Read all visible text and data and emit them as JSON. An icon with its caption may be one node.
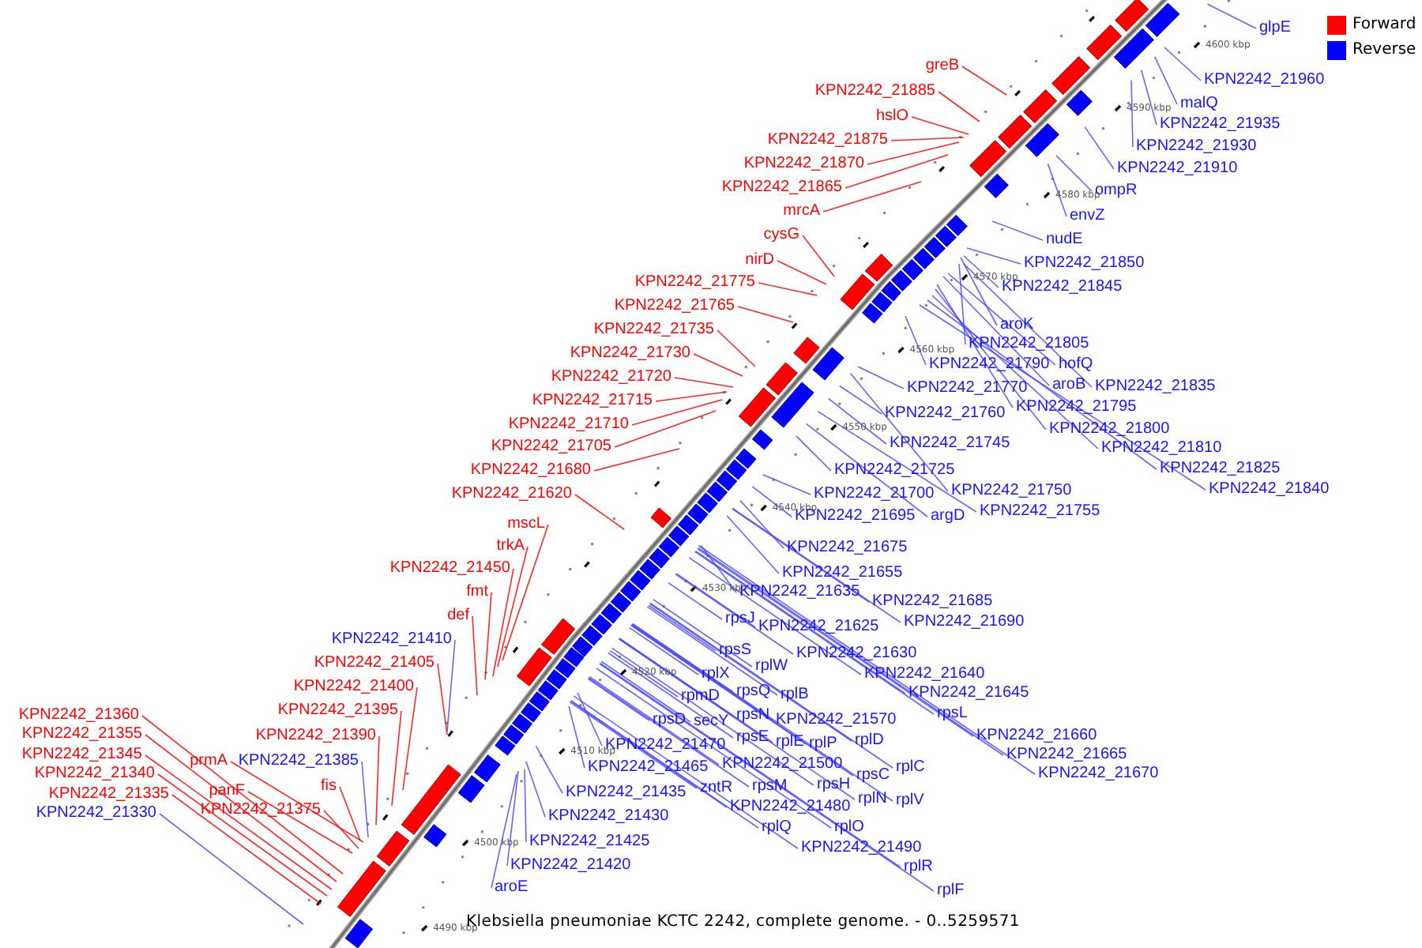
{
  "diagram": {
    "caption": "Klebsiella pneumoniae KCTC 2242, complete genome. - 0..5259571",
    "nodes": [
      {
        "text": [
          "greB"
        ]
      },
      {
        "text": [
          "KPN2242_21885"
        ]
      },
      {
        "text": [
          "hslO"
        ]
      },
      {
        "text": [
          "KPN2242_21875"
        ]
      },
      {
        "text": [
          "KPN2242_21870"
        ]
      },
      {
        "text": [
          "KPN2242_21865"
        ]
      },
      {
        "text": [
          "mrcA"
        ]
      },
      {
        "text": [
          "cysG"
        ]
      },
      {
        "text": [
          "nirD"
        ]
      },
      {
        "text": [
          "KPN2242_21775"
        ]
      },
      {
        "text": [
          "KPN2242_21765"
        ]
      },
      {
        "text": [
          "KPN2242_21735"
        ]
      },
      {
        "text": [
          "KPN2242_21730"
        ]
      },
      {
        "text": [
          "KPN2242_21720"
        ]
      },
      {
        "text": [
          "KPN2242_21715"
        ]
      },
      {
        "text": [
          "KPN2242_21710"
        ]
      },
      {
        "text": [
          "KPN2242_21705"
        ]
      },
      {
        "text": [
          "KPN2242_21680"
        ]
      },
      {
        "text": [
          "KPN2242_21620"
        ]
      },
      {
        "text": [
          "mscL"
        ]
      },
      {
        "text": [
          "trkA"
        ]
      },
      {
        "text": [
          "KPN2242_21450"
        ]
      },
      {
        "text": [
          "fmt"
        ]
      },
      {
        "text": [
          "def"
        ]
      },
      {
        "text": [
          "KPN2242_21410"
        ]
      },
      {
        "text": [
          "KPN2242_21405"
        ]
      },
      {
        "text": [
          "KPN2242_21400"
        ]
      },
      {
        "text": [
          "KPN2242_21395"
        ]
      },
      {
        "text": [
          "KPN2242_21390"
        ]
      },
      {
        "text": [
          "KPN2242_21385"
        ]
      },
      {
        "text": [
          "KPN2242_21360"
        ]
      },
      {
        "text": [
          "KPN2242_21355"
        ]
      },
      {
        "text": [
          "prmA"
        ]
      },
      {
        "text": [
          "KPN2242_21345"
        ]
      },
      {
        "text": [
          "KPN2242_21340"
        ]
      },
      {
        "text": [
          "fis"
        ]
      },
      {
        "text": [
          "panF"
        ]
      },
      {
        "text": [
          "KPN2242_21335"
        ]
      },
      {
        "text": [
          "KPN2242_21375"
        ]
      },
      {
        "text": [
          "KPN2242_21330"
        ]
      },
      {
        "text": [
          "glpE"
        ]
      },
      {
        "text": [
          "KPN2242_21960"
        ]
      },
      {
        "text": [
          "malQ"
        ]
      },
      {
        "text": [
          "KPN2242_21935"
        ]
      },
      {
        "text": [
          "KPN2242_21930"
        ]
      },
      {
        "text": [
          "KPN2242_21910"
        ]
      },
      {
        "text": [
          "ompR"
        ]
      },
      {
        "text": [
          "envZ"
        ]
      },
      {
        "text": [
          "nudE"
        ]
      },
      {
        "text": [
          "KPN2242_21850"
        ]
      },
      {
        "text": [
          "KPN2242_21845"
        ]
      },
      {
        "text": [
          "aroK"
        ]
      },
      {
        "text": [
          "KPN2242_21805"
        ]
      },
      {
        "text": [
          "KPN2242_21790"
        ]
      },
      {
        "text": [
          "hofQ"
        ]
      },
      {
        "text": [
          "aroB"
        ]
      },
      {
        "text": [
          "KPN2242_21835"
        ]
      },
      {
        "text": [
          "KPN2242_21770"
        ]
      },
      {
        "text": [
          "KPN2242_21795"
        ]
      },
      {
        "text": [
          "KPN2242_21760"
        ]
      },
      {
        "text": [
          "KPN2242_21800"
        ]
      },
      {
        "text": [
          "KPN2242_21745"
        ]
      },
      {
        "text": [
          "KPN2242_21810"
        ]
      },
      {
        "text": [
          "KPN2242_21825"
        ]
      },
      {
        "text": [
          "KPN2242_21725"
        ]
      },
      {
        "text": [
          "KPN2242_21840"
        ]
      },
      {
        "text": [
          "KPN2242_21750"
        ]
      },
      {
        "text": [
          "KPN2242_21700"
        ]
      },
      {
        "text": [
          "KPN2242_21755"
        ]
      },
      {
        "text": [
          "KPN2242_21695"
        ]
      },
      {
        "text": [
          "argD"
        ]
      },
      {
        "text": [
          "KPN2242_21675"
        ]
      },
      {
        "text": [
          "KPN2242_21655"
        ]
      },
      {
        "text": [
          "KPN2242_21635"
        ]
      },
      {
        "text": [
          "KPN2242_21685"
        ]
      },
      {
        "text": [
          "rpsJ"
        ]
      },
      {
        "text": [
          "KPN2242_21690"
        ]
      },
      {
        "text": [
          "KPN2242_21625"
        ]
      },
      {
        "text": [
          "rpsS"
        ]
      },
      {
        "text": [
          "KPN2242_21630"
        ]
      },
      {
        "text": [
          "rplW"
        ]
      },
      {
        "text": [
          "rplX"
        ]
      },
      {
        "text": [
          "KPN2242_21640"
        ]
      },
      {
        "text": [
          "rpsQ"
        ]
      },
      {
        "text": [
          "KPN2242_21645"
        ]
      },
      {
        "text": [
          "rplB"
        ]
      },
      {
        "text": [
          "rpmD"
        ]
      },
      {
        "text": [
          "rpsL"
        ]
      },
      {
        "text": [
          "rpsN"
        ]
      },
      {
        "text": [
          "rpsD"
        ]
      },
      {
        "text": [
          "KPN2242_21570"
        ]
      },
      {
        "text": [
          "secY"
        ]
      },
      {
        "text": [
          "KPN2242_21660"
        ]
      },
      {
        "text": [
          "rpsE"
        ]
      },
      {
        "text": [
          "rplD"
        ]
      },
      {
        "text": [
          "rplE"
        ]
      },
      {
        "text": [
          "rplP"
        ]
      },
      {
        "text": [
          "KPN2242_21470"
        ]
      },
      {
        "text": [
          "KPN2242_21665"
        ]
      },
      {
        "text": [
          "KPN2242_21500"
        ]
      },
      {
        "text": [
          "KPN2242_21465"
        ]
      },
      {
        "text": [
          "rplC"
        ]
      },
      {
        "text": [
          "KPN2242_21670"
        ]
      },
      {
        "text": [
          "rpsC"
        ]
      },
      {
        "text": [
          "rpsH"
        ]
      },
      {
        "text": [
          "rpsM"
        ]
      },
      {
        "text": [
          "zntR"
        ]
      },
      {
        "text": [
          "KPN2242_21435"
        ]
      },
      {
        "text": [
          "rplN"
        ]
      },
      {
        "text": [
          "rplV"
        ]
      },
      {
        "text": [
          "KPN2242_21480"
        ]
      },
      {
        "text": [
          "KPN2242_21430"
        ]
      },
      {
        "text": [
          "rplQ"
        ]
      },
      {
        "text": [
          "rplO"
        ]
      },
      {
        "text": [
          "KPN2242_21425"
        ]
      },
      {
        "text": [
          "KPN2242_21490"
        ]
      },
      {
        "text": [
          "KPN2242_21420"
        ]
      },
      {
        "text": [
          "rplR"
        ]
      },
      {
        "text": [
          "aroE"
        ]
      },
      {
        "text": [
          "rplF"
        ]
      }
    ],
    "edges": [
      {
        "from": 0,
        "to": null,
        "arrow": "none",
        "color": "#ff0000"
      },
      {
        "from": 1,
        "to": null,
        "arrow": "none",
        "color": "#ff0000"
      },
      {
        "from": 2,
        "to": null,
        "arrow": "none",
        "color": "#ff0000"
      },
      {
        "from": 3,
        "to": null,
        "arrow": "none",
        "color": "#ff0000"
      },
      {
        "from": 4,
        "to": null,
        "arrow": "none",
        "color": "#ff0000"
      },
      {
        "from": 5,
        "to": null,
        "arrow": "none",
        "color": "#ff0000"
      },
      {
        "from": 6,
        "to": null,
        "arrow": "none",
        "color": "#ff0000"
      },
      {
        "from": 7,
        "to": null,
        "arrow": "none",
        "color": "#ff0000"
      },
      {
        "from": 8,
        "to": null,
        "arrow": "none",
        "color": "#ff0000"
      },
      {
        "from": 9,
        "to": null,
        "arrow": "none",
        "color": "#ff0000"
      },
      {
        "from": 10,
        "to": null,
        "arrow": "none",
        "color": "#ff0000"
      },
      {
        "from": 11,
        "to": null,
        "arrow": "none",
        "color": "#ff0000"
      },
      {
        "from": 12,
        "to": null,
        "arrow": "none",
        "color": "#ff0000"
      },
      {
        "from": 13,
        "to": null,
        "arrow": "none",
        "color": "#ff0000"
      },
      {
        "from": 14,
        "to": null,
        "arrow": "none",
        "color": "#ff0000"
      },
      {
        "from": 15,
        "to": null,
        "arrow": "none",
        "color": "#ff0000"
      },
      {
        "from": 16,
        "to": null,
        "arrow": "none",
        "color": "#ff0000"
      },
      {
        "from": 17,
        "to": null,
        "arrow": "none",
        "color": "#ff0000"
      },
      {
        "from": 18,
        "to": null,
        "arrow": "none",
        "color": "#ff0000"
      },
      {
        "from": 19,
        "to": null,
        "arrow": "none",
        "color": "#ff0000"
      },
      {
        "from": 20,
        "to": null,
        "arrow": "none",
        "color": "#ff0000"
      },
      {
        "from": 21,
        "to": null,
        "arrow": "none",
        "color": "#ff0000"
      },
      {
        "from": 22,
        "to": null,
        "arrow": "none",
        "color": "#ff0000"
      },
      {
        "from": 23,
        "to": null,
        "arrow": "none",
        "color": "#ff0000"
      },
      {
        "from": 24,
        "to": null,
        "arrow": "none"
      },
      {
        "from": 25,
        "to": null,
        "arrow": "none",
        "color": "#ff0000"
      },
      {
        "from": 26,
        "to": null,
        "arrow": "none",
        "color": "#ff0000"
      },
      {
        "from": 27,
        "to": null,
        "arrow": "none",
        "color": "#ff0000"
      },
      {
        "from": 28,
        "to": null,
        "arrow": "none",
        "color": "#ff0000"
      },
      {
        "from": 29,
        "to": null,
        "arrow": "none"
      },
      {
        "from": 30,
        "to": null,
        "arrow": "none",
        "color": "#ff0000"
      },
      {
        "from": 31,
        "to": null,
        "arrow": "none",
        "color": "#ff0000"
      },
      {
        "from": 32,
        "to": null,
        "arrow": "none",
        "color": "#ff0000"
      },
      {
        "from": 33,
        "to": null,
        "arrow": "none",
        "color": "#ff0000"
      },
      {
        "from": 34,
        "to": null,
        "arrow": "none",
        "color": "#ff0000"
      },
      {
        "from": 35,
        "to": null,
        "arrow": "none",
        "color": "#ff0000"
      },
      {
        "from": 36,
        "to": null,
        "arrow": "none",
        "color": "#ff0000"
      },
      {
        "from": 37,
        "to": null,
        "arrow": "none",
        "color": "#ff0000"
      },
      {
        "from": 38,
        "to": null,
        "arrow": "none",
        "color": "#ff0000"
      },
      {
        "from": 39,
        "to": null,
        "arrow": "none"
      },
      {
        "from": 40,
        "to": null,
        "arrow": "none"
      },
      {
        "from": 41,
        "to": null,
        "arrow": "none"
      },
      {
        "from": 42,
        "to": null,
        "arrow": "none"
      },
      {
        "from": 43,
        "to": null,
        "arrow": "none"
      },
      {
        "from": 44,
        "to": null,
        "arrow": "none"
      },
      {
        "from": 45,
        "to": null,
        "arrow": "none"
      },
      {
        "from": 46,
        "to": null,
        "arrow": "none"
      },
      {
        "from": 47,
        "to": null,
        "arrow": "none"
      },
      {
        "from": 48,
        "to": null,
        "arrow": "none"
      },
      {
        "from": 49,
        "to": null,
        "arrow": "none"
      },
      {
        "from": 50,
        "to": null,
        "arrow": "none"
      },
      {
        "from": 51,
        "to": null,
        "arrow": "none"
      },
      {
        "from": 52,
        "to": null,
        "arrow": "none"
      },
      {
        "from": 53,
        "to": null,
        "arrow": "none"
      },
      {
        "from": 54,
        "to": null,
        "arrow": "none"
      },
      {
        "from": 55,
        "to": null,
        "arrow": "none"
      },
      {
        "from": 56,
        "to": null,
        "arrow": "none"
      },
      {
        "from": 57,
        "to": null,
        "arrow": "none"
      },
      {
        "from": 58,
        "to": null,
        "arrow": "none"
      },
      {
        "from": 59,
        "to": null,
        "arrow": "none"
      },
      {
        "from": 60,
        "to": null,
        "arrow": "none"
      },
      {
        "from": 61,
        "to": null,
        "arrow": "none"
      },
      {
        "from": 62,
        "to": null,
        "arrow": "none"
      },
      {
        "from": 63,
        "to": null,
        "arrow": "none"
      },
      {
        "from": 64,
        "to": null,
        "arrow": "none"
      },
      {
        "from": 65,
        "to": null,
        "arrow": "none"
      },
      {
        "from": 66,
        "to": null,
        "arrow": "none"
      },
      {
        "from": 67,
        "to": null,
        "arrow": "none"
      },
      {
        "from": 68,
        "to": null,
        "arrow": "none"
      },
      {
        "from": 69,
        "to": null,
        "arrow": "none"
      },
      {
        "from": 70,
        "to": null,
        "arrow": "none"
      },
      {
        "from": 71,
        "to": null,
        "arrow": "none"
      },
      {
        "from": 72,
        "to": null,
        "arrow": "none"
      },
      {
        "from": 73,
        "to": null,
        "arrow": "none"
      },
      {
        "from": 74,
        "to": null,
        "arrow": "none"
      },
      {
        "from": 75,
        "to": null,
        "arrow": "none"
      },
      {
        "from": 76,
        "to": null,
        "arrow": "none"
      },
      {
        "from": 77,
        "to": null,
        "arrow": "none"
      },
      {
        "from": 78,
        "to": null,
        "arrow": "none"
      },
      {
        "from": 79,
        "to": null,
        "arrow": "none"
      },
      {
        "from": 80,
        "to": null,
        "arrow": "none"
      },
      {
        "from": 81,
        "to": null,
        "arrow": "none"
      },
      {
        "from": 82,
        "to": null,
        "arrow": "none"
      },
      {
        "from": 83,
        "to": null,
        "arrow": "none"
      },
      {
        "from": 84,
        "to": null,
        "arrow": "none"
      },
      {
        "from": 85,
        "to": null,
        "arrow": "none"
      },
      {
        "from": 86,
        "to": null,
        "arrow": "none"
      },
      {
        "from": 87,
        "to": null,
        "arrow": "none"
      },
      {
        "from": 88,
        "to": null,
        "arrow": "none"
      },
      {
        "from": 89,
        "to": null,
        "arrow": "none"
      },
      {
        "from": 90,
        "to": null,
        "arrow": "none"
      },
      {
        "from": 91,
        "to": null,
        "arrow": "none"
      },
      {
        "from": 92,
        "to": null,
        "arrow": "none"
      },
      {
        "from": 93,
        "to": null,
        "arrow": "none"
      },
      {
        "from": 94,
        "to": null,
        "arrow": "none"
      },
      {
        "from": 95,
        "to": null,
        "arrow": "none"
      },
      {
        "from": 96,
        "to": null,
        "arrow": "none"
      },
      {
        "from": 97,
        "to": null,
        "arrow": "none"
      },
      {
        "from": 98,
        "to": null,
        "arrow": "none"
      },
      {
        "from": 99,
        "to": null,
        "arrow": "none"
      },
      {
        "from": 100,
        "to": null,
        "arrow": "none"
      },
      {
        "from": 101,
        "to": null,
        "arrow": "none"
      },
      {
        "from": 102,
        "to": null,
        "arrow": "none"
      },
      {
        "from": 103,
        "to": null,
        "arrow": "none"
      },
      {
        "from": 104,
        "to": null,
        "arrow": "none"
      },
      {
        "from": 105,
        "to": null,
        "arrow": "none"
      },
      {
        "from": 106,
        "to": null,
        "arrow": "none"
      },
      {
        "from": 107,
        "to": null,
        "arrow": "none"
      },
      {
        "from": 108,
        "to": null,
        "arrow": "none"
      },
      {
        "from": 109,
        "to": null,
        "arrow": "none"
      },
      {
        "from": 110,
        "to": null,
        "arrow": "none"
      },
      {
        "from": 111,
        "to": null,
        "arrow": "none"
      },
      {
        "from": 112,
        "to": null,
        "arrow": "none"
      },
      {
        "from": 113,
        "to": null,
        "arrow": "none"
      },
      {
        "from": 114,
        "to": null,
        "arrow": "none"
      },
      {
        "from": 115,
        "to": null,
        "arrow": "none"
      },
      {
        "from": 116,
        "to": null,
        "arrow": "none"
      },
      {
        "from": 117,
        "to": null,
        "arrow": "none"
      },
      {
        "from": 118,
        "to": null,
        "arrow": "none"
      },
      {
        "from": 119,
        "to": null,
        "arrow": "none"
      }
    ],
    "labels": [
      "4600 kbp",
      "4590 kbp",
      "4580 kbp",
      "4570 kbp",
      "4560 kbp",
      "4550 kbp",
      "4540 kbp",
      "4530 kbp",
      "4520 kbp",
      "4510 kbp",
      "4500 kbp",
      "4490 kbp"
    ],
    "legend": [
      {
        "text": "Forward",
        "color": "#ff0000"
      },
      {
        "text": "Reverse",
        "color": "#0000ff"
      }
    ]
  }
}
